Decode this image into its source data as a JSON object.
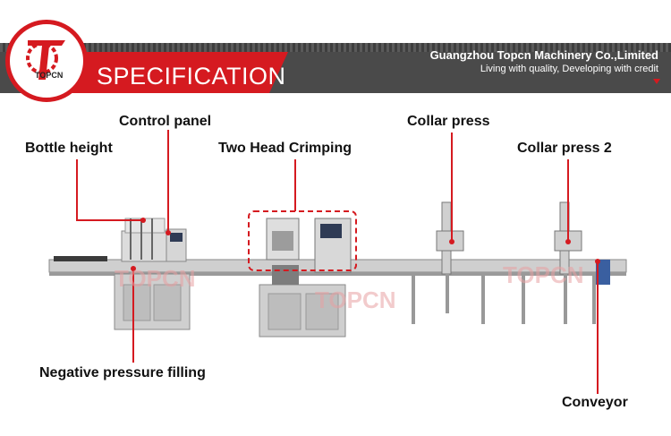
{
  "header": {
    "logo_text": "TOPCN",
    "section_title": "SPECIFICATION",
    "company_name": "Guangzhou Topcn Machinery Co.,Limited",
    "slogan": "Living with quality, Developing with credit"
  },
  "colors": {
    "brand_red": "#d51a20",
    "header_dark": "#4a4a4a",
    "machine_steel": "#c9c9c9"
  },
  "watermarks": [
    "TOPCN",
    "TOPCN",
    "TOPCN"
  ],
  "callouts": {
    "bottle_height": "Bottle height",
    "control_panel": "Control panel",
    "two_head_crimping": "Two Head Crimping",
    "collar_press": "Collar press",
    "collar_press_2": "Collar press 2",
    "negative_pressure_filling": "Negative pressure filling",
    "conveyor": "Conveyor"
  }
}
